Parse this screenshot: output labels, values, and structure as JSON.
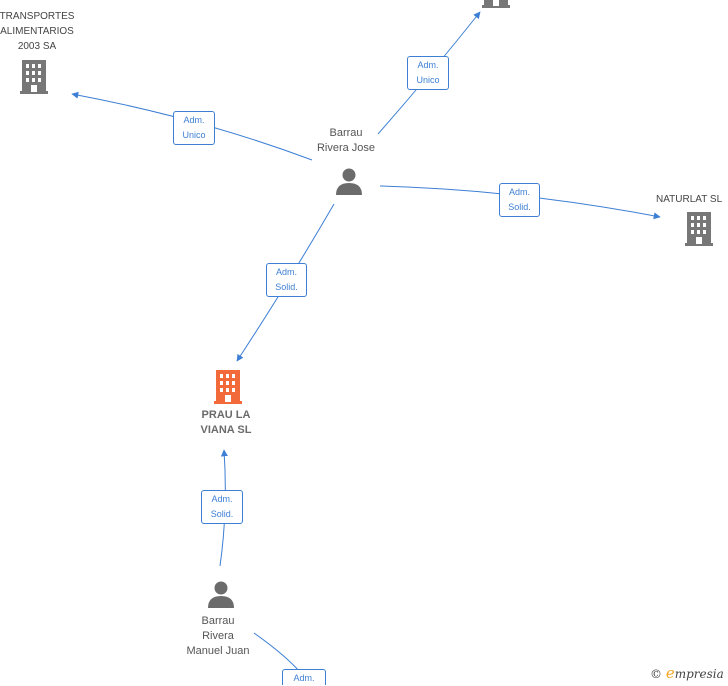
{
  "nodes": {
    "company_top_left": {
      "label": "TRANSPORTES\nALIMENTARIOS\n2003 SA",
      "type": "company"
    },
    "company_top": {
      "label": "",
      "type": "company"
    },
    "company_right": {
      "label": "NATURLAT  SL",
      "type": "company"
    },
    "company_main": {
      "label": "PRAU LA\nVIANA  SL",
      "type": "company-main"
    },
    "person_jose": {
      "label": "Barrau\nRivera Jose",
      "type": "person"
    },
    "person_manuel": {
      "label": "Barrau\nRivera\nManuel Juan",
      "type": "person"
    }
  },
  "edges": [
    {
      "id": "e1",
      "label": "Adm.\nUnico"
    },
    {
      "id": "e2",
      "label": "Adm.\nUnico"
    },
    {
      "id": "e3",
      "label": "Adm.\nSolid."
    },
    {
      "id": "e4",
      "label": "Adm.\nSolid."
    },
    {
      "id": "e5",
      "label": "Adm.\nSolid."
    },
    {
      "id": "e6",
      "label": "Adm."
    }
  ],
  "colors": {
    "edge": "#3d7fd4",
    "company_icon": "#777777",
    "main_icon": "#f26a3a",
    "person_icon": "#6b6b6b"
  },
  "brand": {
    "copyright": "©",
    "initial": "e",
    "name": "mpresia"
  }
}
